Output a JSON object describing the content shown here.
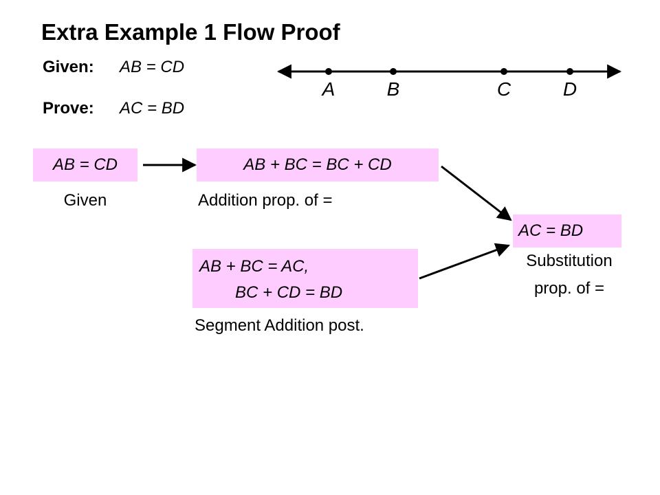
{
  "title": "Extra Example 1 Flow Proof",
  "given": {
    "label": "Given:",
    "statement": "AB = CD"
  },
  "prove": {
    "label": "Prove:",
    "statement": "AC = BD"
  },
  "number_line": {
    "points": [
      "A",
      "B",
      "C",
      "D"
    ]
  },
  "steps": [
    {
      "statement": "AB = CD",
      "reason": "Given"
    },
    {
      "statement": "AB + BC = BC + CD",
      "reason": "Addition prop. of ="
    },
    {
      "statement_line1": "AB + BC = AC,",
      "statement_line2": "BC + CD = BD",
      "reason": "Segment Addition post."
    },
    {
      "statement": "AC = BD",
      "reason_line1": "Substitution",
      "reason_line2": "prop. of ="
    }
  ],
  "colors": {
    "box_fill": "#ffccff",
    "ink": "#000000"
  }
}
